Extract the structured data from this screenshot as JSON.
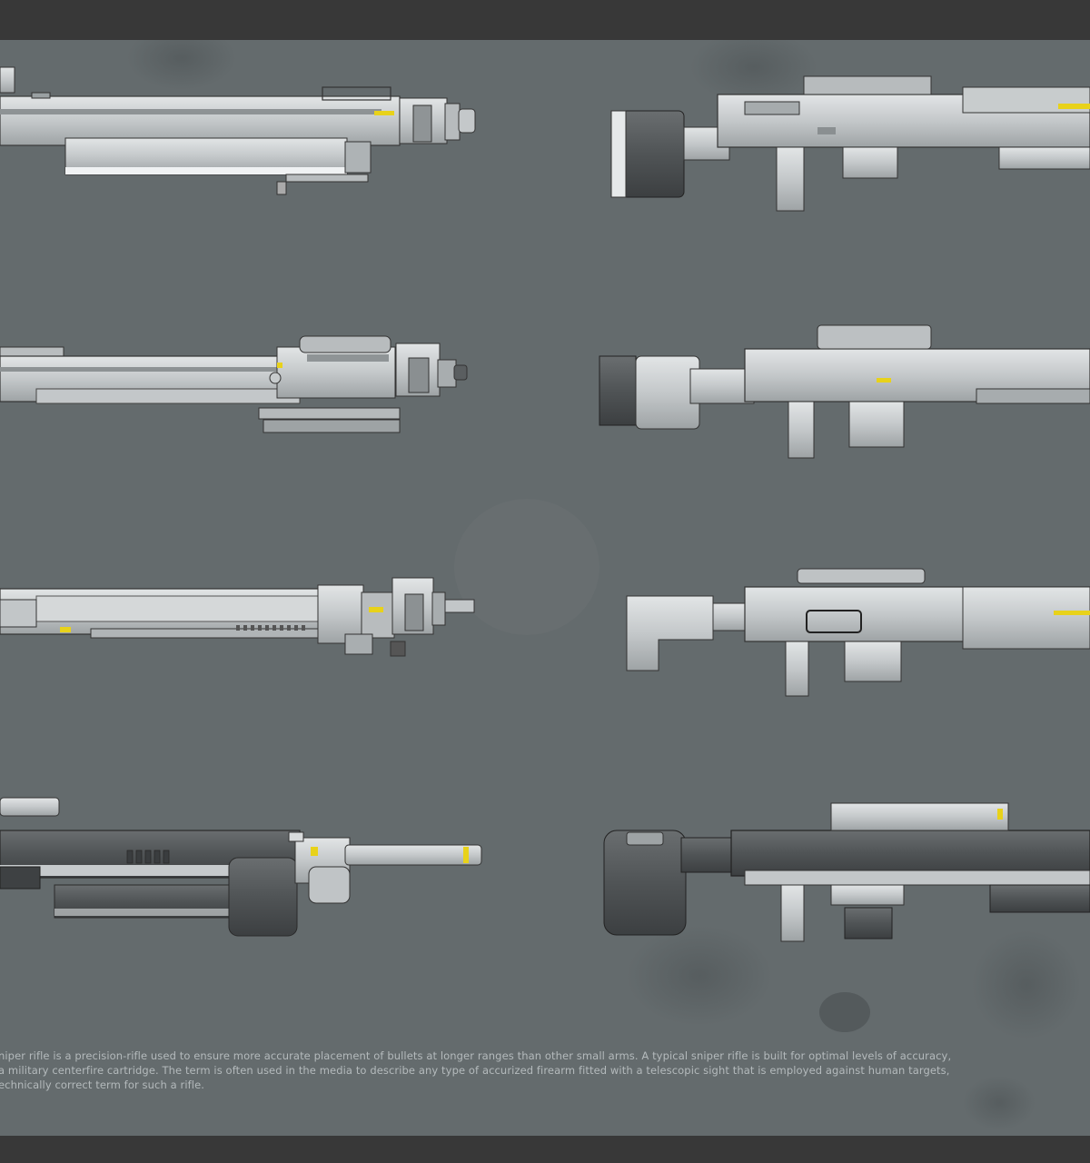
{
  "caption": {
    "line1": "niper rifle is a precision-rifle used to ensure more accurate placement of bullets at longer ranges than other small arms. A typical sniper rifle is built for optimal levels of accuracy,",
    "line2": "a military centerfire cartridge. The term is often used in the media to describe any type of accurized firearm fitted with a telescopic sight that is employed against human targets,",
    "line3": "echnically correct term for such a rifle."
  },
  "colors": {
    "background": "#646b6d",
    "frame": "#383838",
    "metal_light": "#c9cdcf",
    "metal_dark": "#4a4d4f",
    "accent_yellow": "#e8d21a"
  }
}
